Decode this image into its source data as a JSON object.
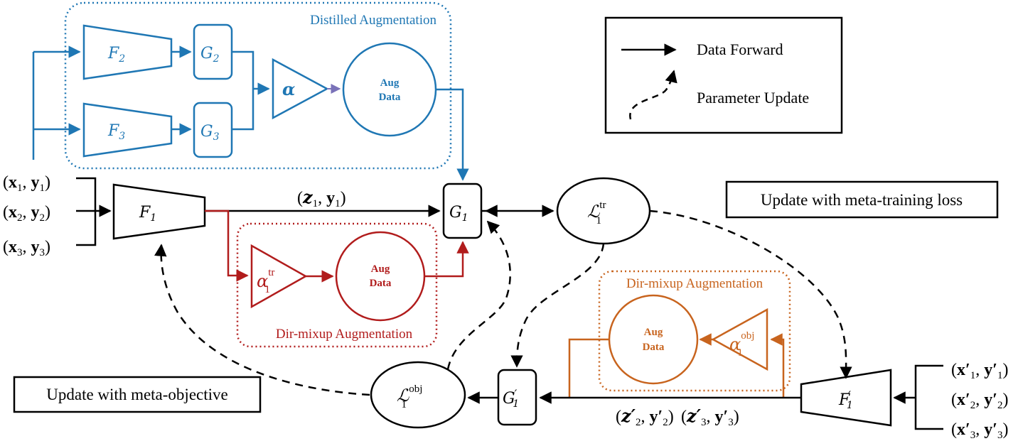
{
  "colors": {
    "blue": "#1f77b4",
    "red": "#b11c1c",
    "orange": "#c8641e",
    "black": "#000000"
  },
  "legend": {
    "forward": "Data Forward",
    "update": "Parameter Update"
  },
  "groups": {
    "distilled": "Distilled Augmentation",
    "dirmix_top": "Dir-mixup Augmentation",
    "dirmix_bottom": "Dir-mixup Augmentation"
  },
  "notes": {
    "meta_training": "Update with meta-training loss",
    "meta_objective": "Update with meta-objective"
  },
  "aug_data": {
    "line1": "Aug",
    "line2": "Data"
  },
  "nodes": {
    "F2": "F",
    "F2_sub": "2",
    "F3": "F",
    "F3_sub": "3",
    "G2": "G",
    "G2_sub": "2",
    "G3": "G",
    "G3_sub": "3",
    "alpha": "α",
    "F1": "F",
    "F1_sub": "1",
    "G1": "G",
    "G1_sub": "1",
    "alpha_tr": "α",
    "alpha_tr_sup": "tr",
    "alpha_tr_sub": "1",
    "L_tr": "ℒ",
    "L_tr_sup": "tr",
    "L_tr_sub": "1",
    "G1p": "G",
    "G1p_sub": "1",
    "G1p_prime": "′",
    "alpha_obj": "α",
    "alpha_obj_sup": "obj",
    "alpha_obj_sub": "1",
    "F1p": "F",
    "F1p_sub": "1",
    "F1p_prime": "′",
    "L_obj": "ℒ",
    "L_obj_sup": "obj",
    "L_obj_sub": "1"
  },
  "inputs_left": [
    {
      "x": "x",
      "xs": "1",
      "y": "y",
      "ys": "1"
    },
    {
      "x": "x",
      "xs": "2",
      "y": "y",
      "ys": "2"
    },
    {
      "x": "x",
      "xs": "3",
      "y": "y",
      "ys": "3"
    }
  ],
  "inputs_right": [
    {
      "x": "x′",
      "xs": "1",
      "y": "y′",
      "ys": "1"
    },
    {
      "x": "x′",
      "xs": "2",
      "y": "y′",
      "ys": "2"
    },
    {
      "x": "x′",
      "xs": "3",
      "y": "y′",
      "ys": "3"
    }
  ],
  "edge_labels": {
    "z1y1": {
      "z": "z",
      "zs": "1",
      "y": "y",
      "ys": "1"
    },
    "z2y2": {
      "z": "z′",
      "zs": "2",
      "y": "y′",
      "ys": "2"
    },
    "z3y3": {
      "z": "z′",
      "zs": "3",
      "y": "y′",
      "ys": "3"
    }
  }
}
